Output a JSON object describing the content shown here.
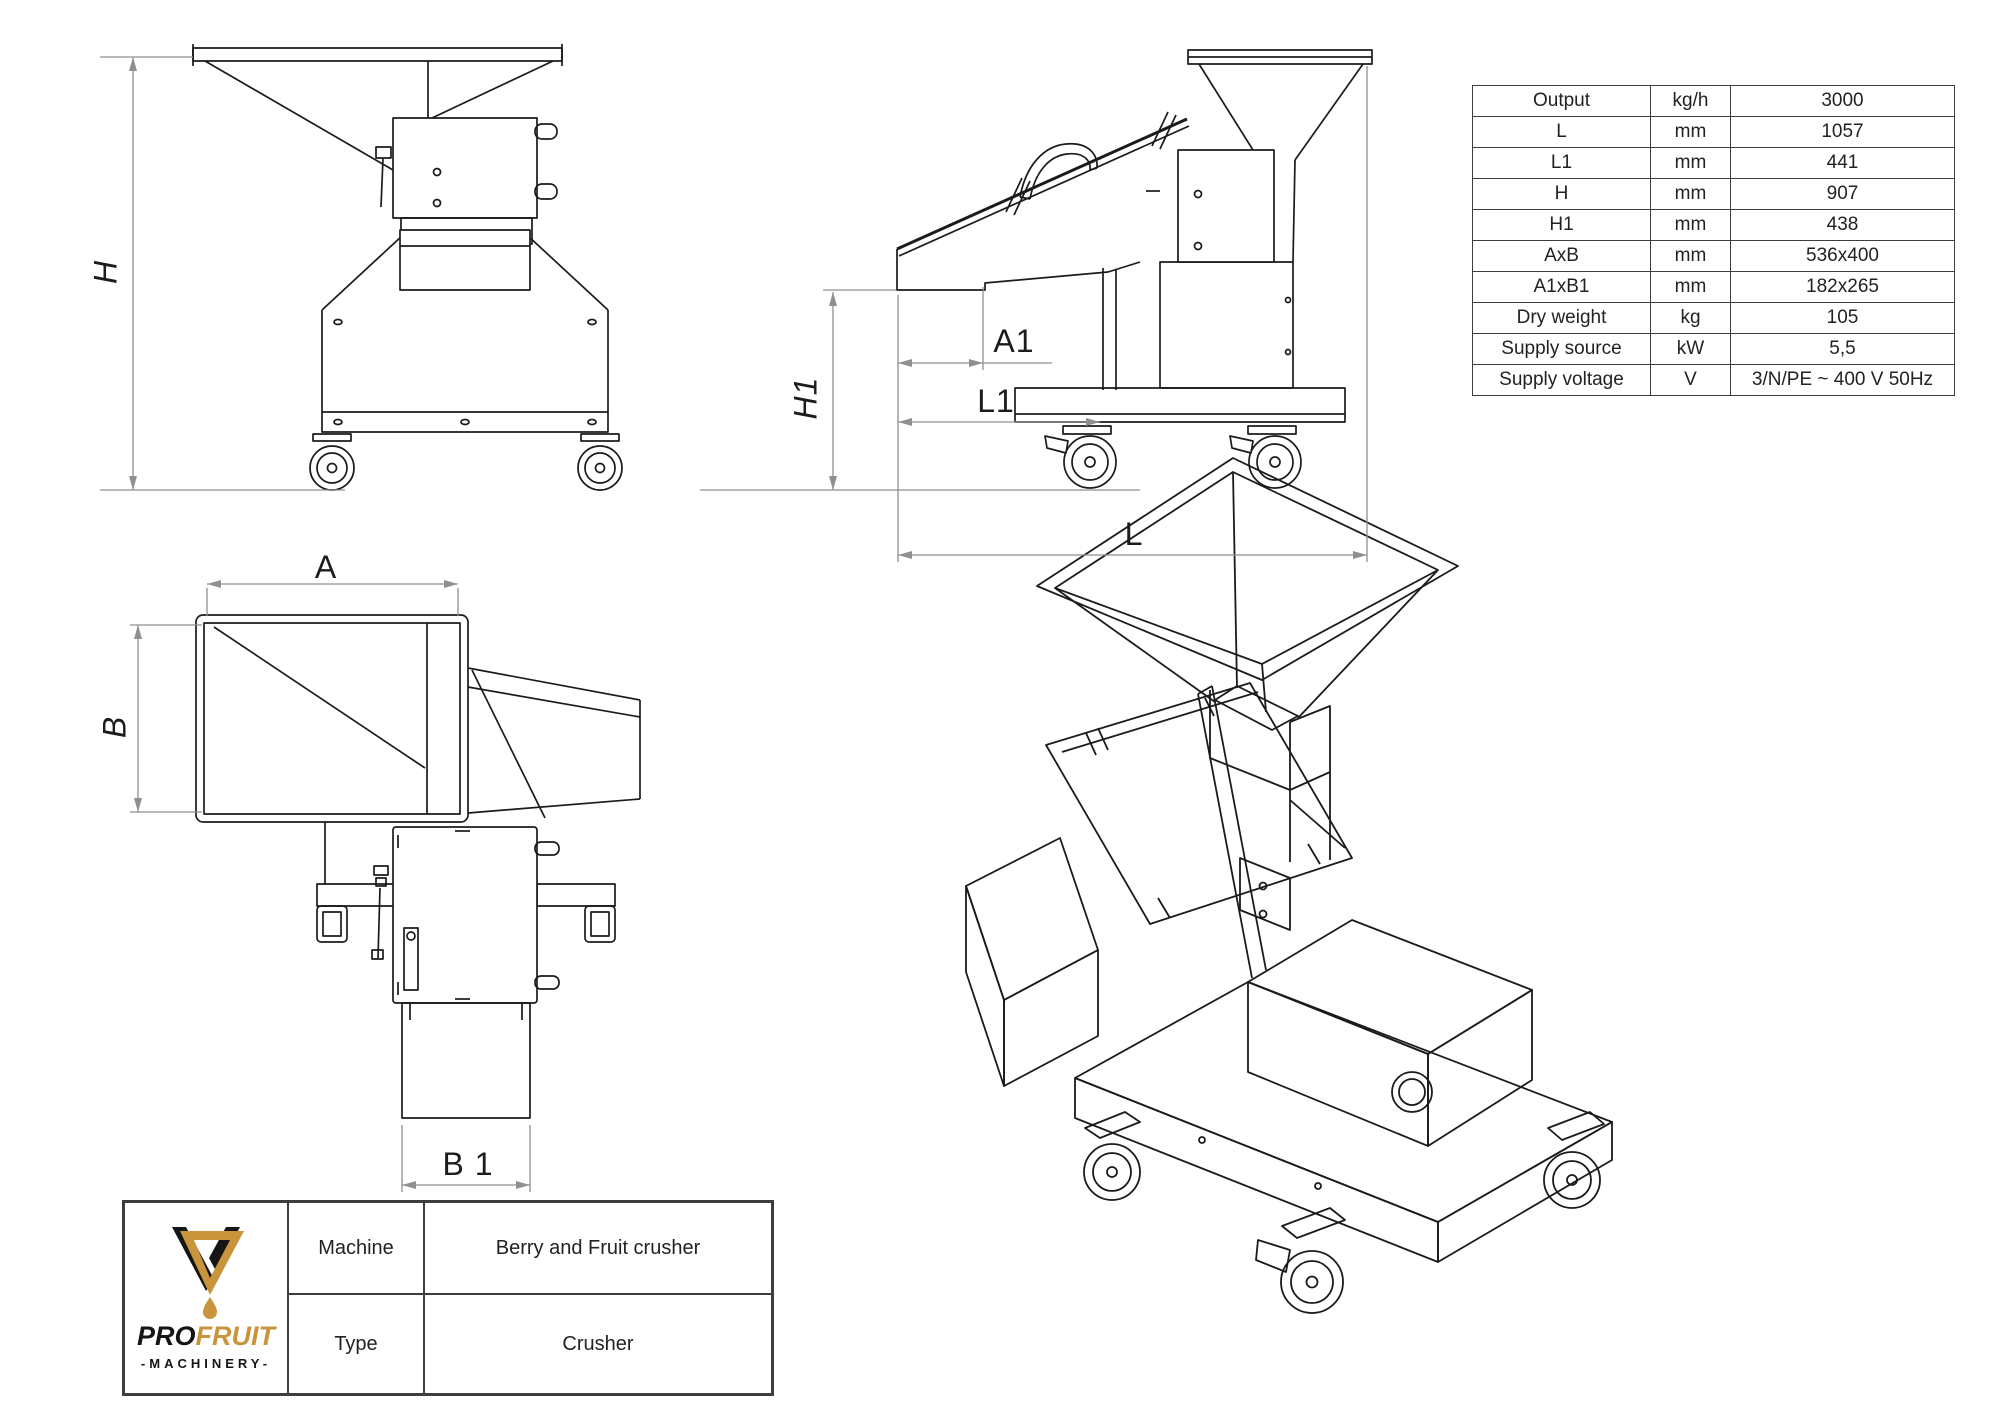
{
  "document": {
    "machine": "Berry and Fruit crusher",
    "type": "Crusher"
  },
  "spec_table": {
    "rows": [
      {
        "name": "Output",
        "unit": "kg/h",
        "value": "3000"
      },
      {
        "name": "L",
        "unit": "mm",
        "value": "1057"
      },
      {
        "name": "L1",
        "unit": "mm",
        "value": "441"
      },
      {
        "name": "H",
        "unit": "mm",
        "value": "907"
      },
      {
        "name": "H1",
        "unit": "mm",
        "value": "438"
      },
      {
        "name": "AxB",
        "unit": "mm",
        "value": "536x400"
      },
      {
        "name": "A1xB1",
        "unit": "mm",
        "value": "182x265"
      },
      {
        "name": "Dry weight",
        "unit": "kg",
        "value": "105"
      },
      {
        "name": "Supply source",
        "unit": "kW",
        "value": "5,5"
      },
      {
        "name": "Supply voltage",
        "unit": "V",
        "value": "3/N/PE ~ 400 V 50Hz"
      }
    ]
  },
  "title_block": {
    "machine_label": "Machine",
    "machine_value": "Berry and Fruit crusher",
    "type_label": "Type",
    "type_value": "Crusher"
  },
  "logo": {
    "pro": "PRO",
    "fruit": "FRUIT",
    "machinery": "-MACHINERY-"
  },
  "dim_labels": {
    "h": "H",
    "h1": "H1",
    "a1": "A1",
    "l1": "L1",
    "l": "L",
    "a": "A",
    "b": "B",
    "b1": "B 1"
  },
  "colors": {
    "drawing_line": "#1b1b1b",
    "dimension_line": "#8f8f8f",
    "logo_gold": "#c8953c",
    "logo_black": "#151515"
  }
}
